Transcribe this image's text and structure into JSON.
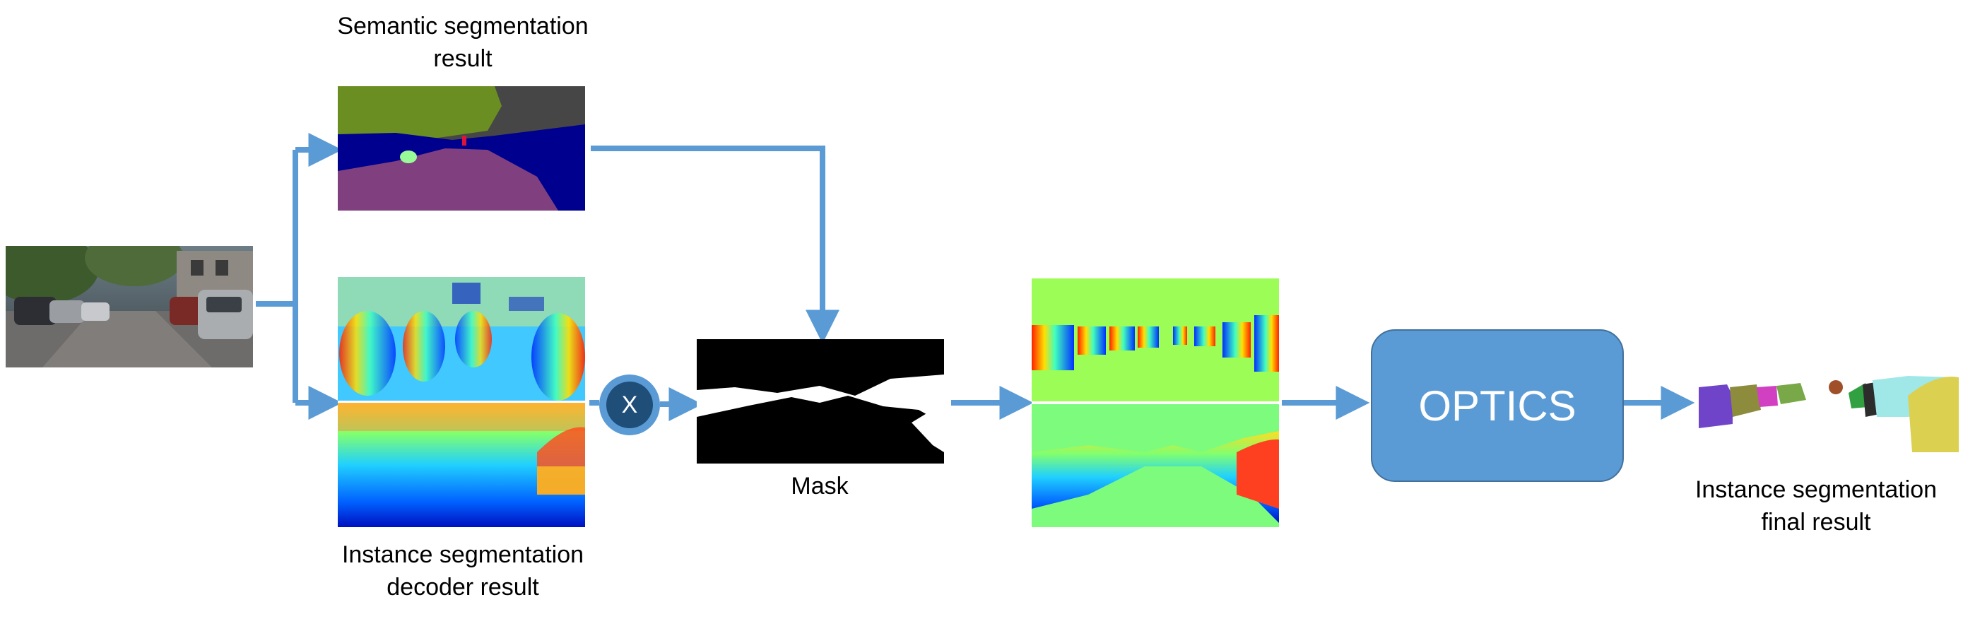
{
  "captions": {
    "semantic_line1": "Semantic segmentation",
    "semantic_line2": "result",
    "decoder_line1": "Instance segmentation",
    "decoder_line2": "decoder result",
    "mask": "Mask",
    "final_line1": "Instance segmentation",
    "final_line2": "final result"
  },
  "nodes": {
    "optics_label": "OPTICS",
    "multiply_symbol": "X"
  },
  "colors": {
    "arrow": "#5b9bd5",
    "optics_fill": "#5b9bd5",
    "multiply_inner": "#1f4e79",
    "semantic_vegetation": "#6b8e23",
    "semantic_building": "#464646",
    "semantic_car": "#00008e",
    "semantic_road": "#804080",
    "embedding_background": "#9cfd57"
  }
}
